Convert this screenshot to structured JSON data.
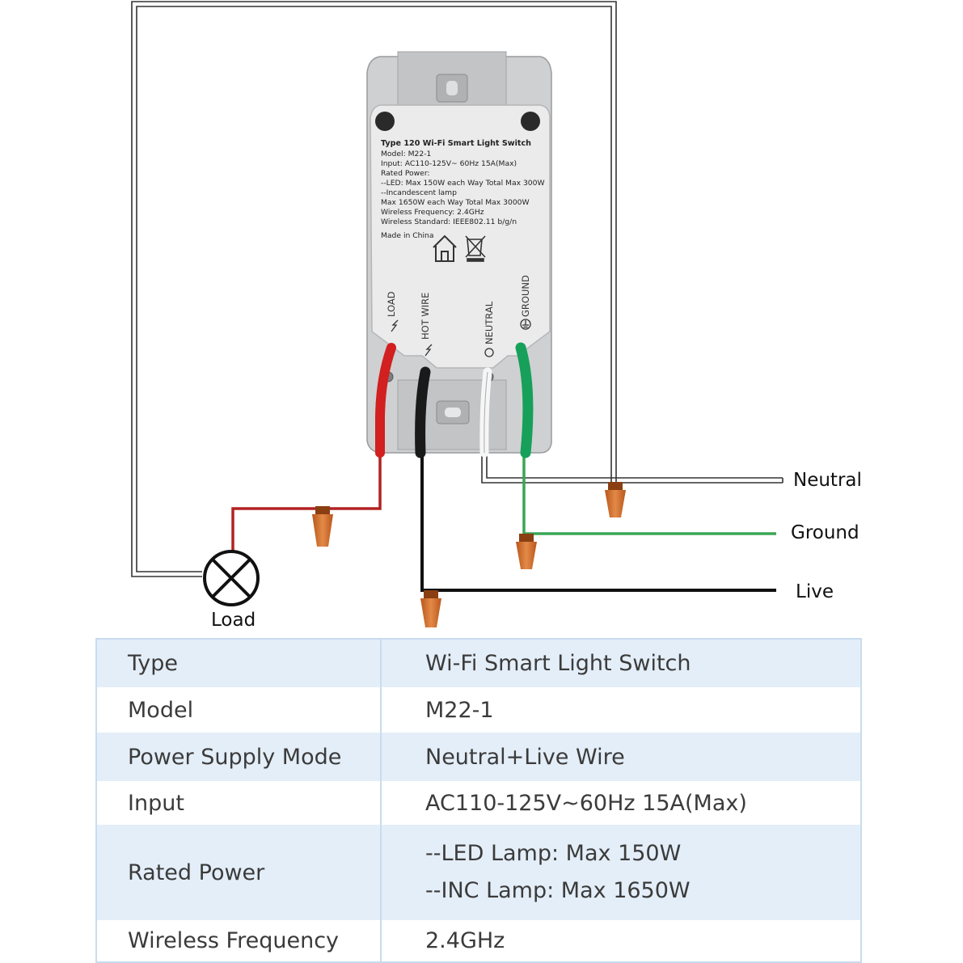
{
  "device": {
    "label_lines": [
      "Type 120 Wi-Fi Smart Light Switch",
      "Model: M22-1",
      "Input: AC110-125V~ 60Hz  15A(Max)",
      "Rated Power:",
      "--LED: Max 150W each Way Total Max 300W",
      "--Incandescent lamp",
      "Max 1650W each Way Total Max 3000W",
      "Wireless Frequency: 2.4GHz",
      "Wireless Standard: IEEE802.11 b/g/n"
    ],
    "made_in": "Made in China",
    "terminals": {
      "load": "LOAD",
      "hot_wire": "HOT WIRE",
      "neutral": "NEUTRAL",
      "ground": "GROUND"
    }
  },
  "wires": {
    "neutral": "Neutral",
    "ground": "Ground",
    "live": "Live",
    "load": "Load"
  },
  "colors": {
    "load_wire": "#b22222",
    "hot_wire": "#111111",
    "ground_wire": "#3aa655",
    "neutral_wire": "#ffffff",
    "connector": "#d6762e",
    "table_border": "#c9dcef",
    "table_shade": "#e4eef8"
  },
  "spec_table": [
    {
      "label": "Type",
      "values": [
        "Wi-Fi Smart Light Switch"
      ]
    },
    {
      "label": "Model",
      "values": [
        "M22-1"
      ]
    },
    {
      "label": "Power Supply Mode",
      "values": [
        "Neutral+Live Wire"
      ]
    },
    {
      "label": "Input",
      "values": [
        "AC110-125V~60Hz  15A(Max)"
      ]
    },
    {
      "label": "Rated Power",
      "values": [
        "--LED Lamp: Max 150W",
        "--INC Lamp: Max 1650W"
      ]
    },
    {
      "label": "Wireless Frequency",
      "values": [
        "2.4GHz"
      ]
    }
  ]
}
